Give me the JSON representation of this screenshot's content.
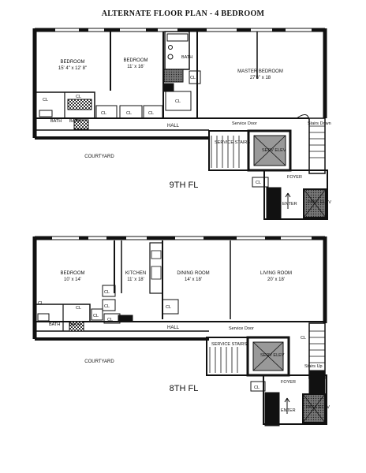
{
  "title": "ALTERNATE FLOOR PLAN - 4 BEDROOM",
  "floor9": {
    "floor_label": "9TH FL",
    "bedroom1": {
      "name": "BEDROOM",
      "dims": "15' 4\" x 12' 8\""
    },
    "bedroom2": {
      "name": "BEDROOM",
      "dims": "11' x 16'"
    },
    "master": {
      "name": "MASTER BEDROOM",
      "dims": "27'6\" x 18"
    },
    "bath_top": "BATH",
    "bath_left_a": "BATH",
    "bath_left_b": "BATH",
    "closet": "CL",
    "hall": "HALL",
    "service_door": "Service Door",
    "service_stairs": "SERVICE STAIRS",
    "serv_elev": "SERV ELEV",
    "stairs_down": "Stairs Down",
    "foyer": "FOYER",
    "enter": "ENTER",
    "pass_elev": "PASS ELEV",
    "courtyard": "COURTYARD"
  },
  "floor8": {
    "floor_label": "8TH FL",
    "bedroom": {
      "name": "BEDROOM",
      "dims": "10' x 14'"
    },
    "kitchen": {
      "name": "KITCHEN",
      "dims": "11' x 18'"
    },
    "dining": {
      "name": "DINING ROOM",
      "dims": "14' x 18'"
    },
    "living": {
      "name": "LIVING ROOM",
      "dims": "20' x 18'"
    },
    "bath_a": "BATH",
    "bath_b": "BATH",
    "closet": "CL",
    "hall": "HALL",
    "service_door": "Service Door",
    "service_stairs": "SERVICE STAIRS",
    "serv_elev": "SERV ELEV",
    "stairs_up": "Stairs Up",
    "foyer": "FOYER",
    "enter": "ENTER",
    "pass_elev": "PASS ELEV",
    "courtyard": "COURTYARD"
  }
}
